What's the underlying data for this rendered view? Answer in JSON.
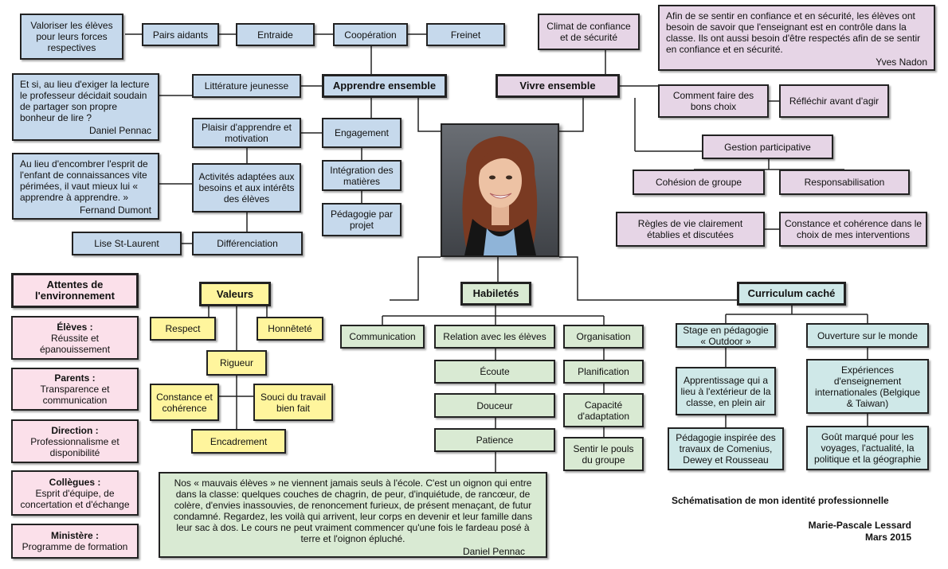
{
  "apprendre": {
    "root": "Apprendre ensemble",
    "valoriser": "Valoriser les élèves pour leurs forces respectives",
    "pairs": "Pairs aidants",
    "entraide": "Entraide",
    "cooperation": "Coopération",
    "freinet": "Freinet",
    "quote1": {
      "text": "Et si, au lieu d'exiger la lecture le professeur décidait soudain de partager son propre bonheur de lire ?",
      "author": "Daniel Pennac"
    },
    "litterature": "Littérature jeunesse",
    "plaisir": "Plaisir d'apprendre et motivation",
    "engagement": "Engagement",
    "quote2": {
      "text": "Au lieu d'encombrer l'esprit de l'enfant de connaissances vite périmées, il vaut mieux lui « apprendre à apprendre. »",
      "author": "Fernand Dumont"
    },
    "activites": "Activités adaptées aux besoins et aux intérêts des élèves",
    "integration": "Intégration des matières",
    "pedagogie_projet": "Pédagogie par projet",
    "lise": "Lise St-Laurent",
    "differenciation": "Différenciation"
  },
  "vivre": {
    "root": "Vivre ensemble",
    "climat": "Climat de confiance et de sécurité",
    "quote": {
      "text": "Afin de se sentir en confiance et en sécurité, les élèves ont besoin de savoir que l'enseignant est en contrôle dans la classe. Ils ont aussi besoin d'être respectés afin de se sentir en confiance et en sécurité.",
      "author": "Yves Nadon"
    },
    "bons_choix": "Comment faire des bons choix",
    "reflechir": "Réfléchir avant d'agir",
    "gestion": "Gestion participative",
    "cohesion": "Cohésion de groupe",
    "responsabilisation": "Responsabilisation",
    "regles": "Règles de vie clairement établies et discutées",
    "constance": "Constance et cohérence dans le choix de mes interventions"
  },
  "attentes": {
    "title": "Attentes de l'environnement",
    "items": [
      {
        "head": "Élèves :",
        "body": "Réussite et épanouissement"
      },
      {
        "head": "Parents :",
        "body": "Transparence et communication"
      },
      {
        "head": "Direction :",
        "body": "Professionnalisme et disponibilité"
      },
      {
        "head": "Collègues :",
        "body": "Esprit d'équipe, de concertation et d'échange"
      },
      {
        "head": "Ministère :",
        "body": "Programme de formation"
      }
    ]
  },
  "valeurs": {
    "root": "Valeurs",
    "respect": "Respect",
    "honnetete": "Honnêteté",
    "rigueur": "Rigueur",
    "constance": "Constance et cohérence",
    "souci": "Souci du travail bien fait",
    "encadrement": "Encadrement"
  },
  "habiletes": {
    "root": "Habiletés",
    "communication": "Communication",
    "relation": "Relation avec les élèves",
    "organisation": "Organisation",
    "ecoute": "Écoute",
    "douceur": "Douceur",
    "patience": "Patience",
    "planification": "Planification",
    "adaptation": "Capacité d'adaptation",
    "pouls": "Sentir le pouls du groupe"
  },
  "curriculum": {
    "root": "Curriculum caché",
    "stage": "Stage en pédagogie « Outdoor »",
    "apprentissage": "Apprentissage qui a lieu à l'extérieur de la classe, en plein air",
    "pedagogie_inspiree": "Pédagogie inspirée des travaux de Comenius, Dewey et Rousseau",
    "ouverture": "Ouverture sur le monde",
    "experiences": "Expériences d'enseignement internationales (Belgique & Taiwan)",
    "gout": "Goût marqué pour les voyages, l'actualité, la politique et la géographie"
  },
  "bottom_quote": {
    "text": "Nos « mauvais élèves » ne viennent jamais seuls à l'école. C'est un oignon qui entre dans la classe: quelques couches de chagrin, de peur, d'inquiétude, de rancœur, de colère, d'envies inassouvies, de renoncement furieux, de présent menaçant, de futur condamné. Regardez, les voilà qui arrivent, leur corps en devenir et leur famille dans leur sac à dos. Le cours ne peut vraiment commencer qu'une fois le fardeau posé à terre et l'oignon épluché.",
    "author": "Daniel Pennac"
  },
  "caption": {
    "title": "Schématisation de mon identité professionnelle",
    "author": "Marie-Pascale Lessard",
    "date": "Mars 2015"
  },
  "colors": {
    "blue": "#c6d9ec",
    "purple": "#e6d5e6",
    "yellow": "#fff59d",
    "green": "#d9ead3",
    "teal": "#cfe8e8",
    "pink": "#fbe0ea"
  }
}
